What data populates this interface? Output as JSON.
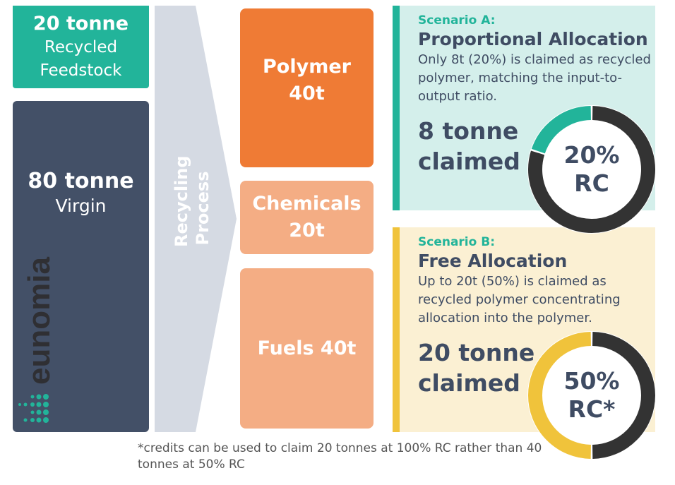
{
  "feedstock": {
    "amount": "20 tonne",
    "line1": "Recycled",
    "line2": "Feedstock",
    "color": "#22b49a"
  },
  "virgin": {
    "amount": "80 tonne",
    "label": "Virgin",
    "color": "#435067"
  },
  "logo": {
    "text": "eunomia"
  },
  "process": {
    "line1": "Recycling",
    "line2": "Process"
  },
  "outputs": [
    {
      "name": "Polymer",
      "amount": "40t",
      "color": "#ef7b35"
    },
    {
      "name": "Chemicals",
      "amount": "20t",
      "color": "#f4ad84"
    },
    {
      "label": "Fuels 40t",
      "color": "#f4ad84"
    }
  ],
  "scenarios": [
    {
      "label": "Scenario A:",
      "title": "Proportional Allocation",
      "description": "Only 8t (20%) is claimed as recycled polymer, matching the input-to-output ratio.",
      "claim_line1": "8 tonne",
      "claim_line2": "claimed",
      "rc_percent": 20,
      "rc_line1": "20%",
      "rc_line2": "RC",
      "accent": "#22b49a"
    },
    {
      "label": "Scenario B:",
      "title": "Free Allocation",
      "description": "Up to 20t (50%) is claimed as recycled polymer concentrating allocation into the polymer.",
      "claim_line1": "20 tonne",
      "claim_line2": "claimed",
      "rc_percent": 50,
      "rc_line1": "50%",
      "rc_line2": "RC*",
      "accent": "#f0c33b"
    }
  ],
  "footnote": "*credits can be used to claim 20 tonnes at 100% RC rather than 40 tonnes at 50% RC"
}
